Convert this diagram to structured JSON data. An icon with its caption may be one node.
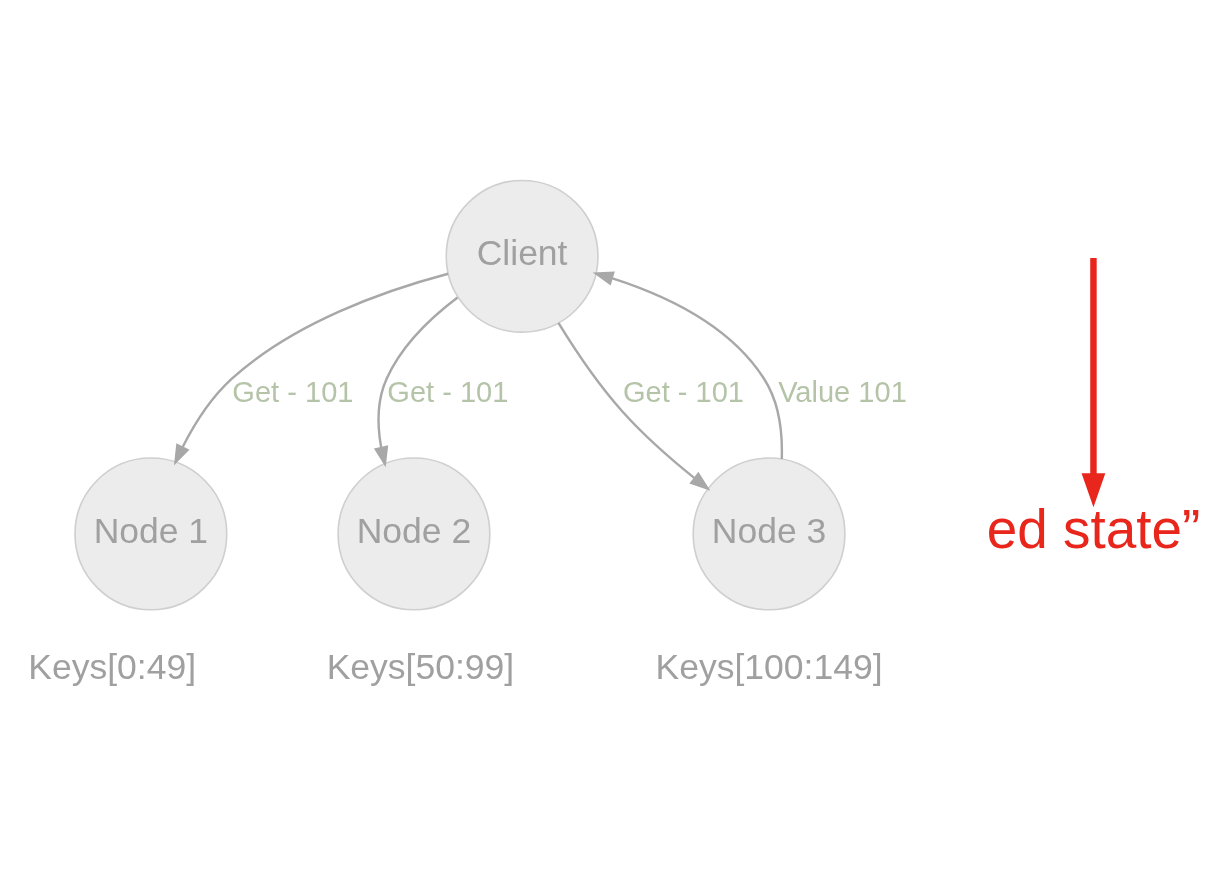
{
  "diagram": {
    "nodes": [
      {
        "text": [
          "Client"
        ]
      },
      {
        "text": [
          "Node 1"
        ],
        "beside": [
          "Keys[0:49]"
        ]
      },
      {
        "text": [
          "Node 2"
        ],
        "beside": [
          "Keys[50:99]"
        ]
      },
      {
        "text": [
          "Node 3"
        ],
        "beside": [
          "Keys[100:149]"
        ]
      },
      {
        "text": [
          "ed state”"
        ]
      }
    ],
    "edges": [
      {
        "from": 0,
        "to": 1,
        "arrow": "to",
        "label": "Get - 101"
      },
      {
        "from": 0,
        "to": 2,
        "arrow": "to",
        "label": "Get - 101"
      },
      {
        "from": 0,
        "to": 3,
        "arrow": "to",
        "label": "Get - 101"
      },
      {
        "from": 3,
        "to": 0,
        "arrow": "to",
        "label": "Value 101"
      },
      {
        "from": null,
        "to": 4,
        "arrow": "to",
        "style": "thick",
        "color": "#e8261c"
      }
    ]
  }
}
